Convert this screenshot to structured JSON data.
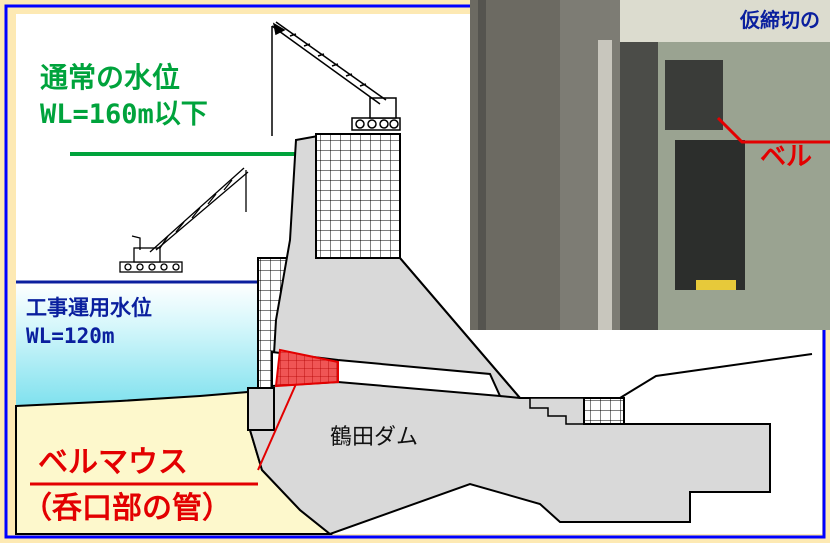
{
  "labels": {
    "normal_water_level_title": "通常の水位",
    "normal_water_level_value": "WL=160m以下",
    "construction_water_level_title": "工事運用水位",
    "construction_water_level_value": "WL=120m",
    "bellmouth_label": "ベルマウス",
    "bellmouth_note": "（呑口部の管）",
    "dam_name": "鶴田ダム",
    "photo_caption": "仮締切の",
    "photo_bellmouth_label": "ベル"
  },
  "colors": {
    "background": "#fde9b3",
    "normal_level_green": "#00a33c",
    "construction_level_blue": "#0a1f9e",
    "highlight_red": "#e30000",
    "dam_gray": "#d9d9d9"
  },
  "icons": [
    "crawler-crane-large-icon",
    "crawler-crane-small-icon"
  ]
}
